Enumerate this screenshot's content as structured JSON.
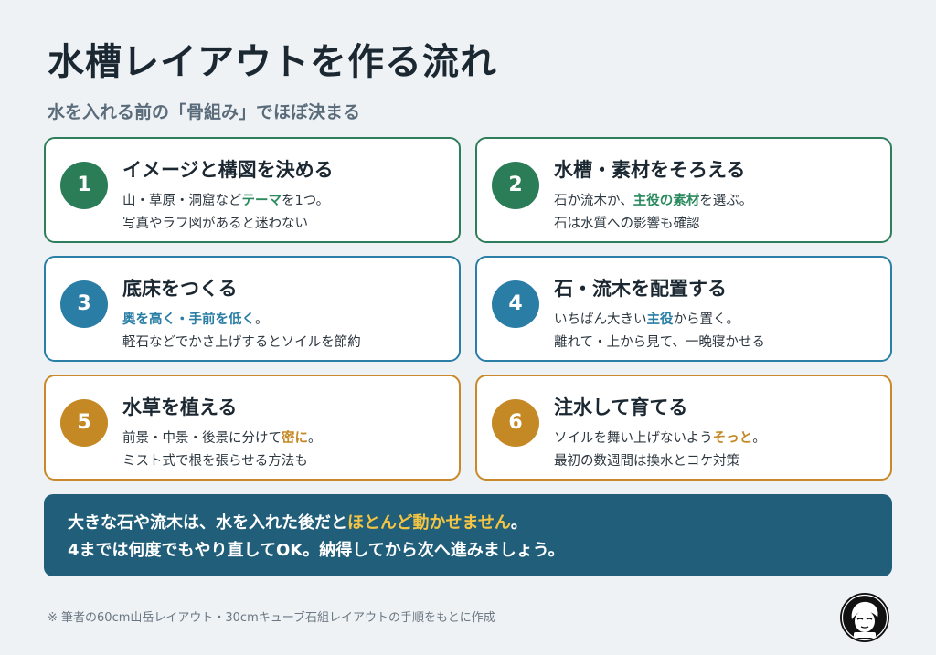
{
  "header": {
    "title": "水槽レイアウトを作る流れ",
    "subtitle": "水を入れる前の「骨組み」でほぼ決まる"
  },
  "steps": [
    {
      "number": "1",
      "title": "イメージと構図を決める",
      "line1_pre": "山・草原・洞窟など",
      "line1_hl": "テーマ",
      "line1_post": "を1つ。",
      "line2": "写真やラフ図があると迷わない"
    },
    {
      "number": "2",
      "title": "水槽・素材をそろえる",
      "line1_pre": "石か流木か、",
      "line1_hl": "主役の素材",
      "line1_post": "を選ぶ。",
      "line2": "石は水質への影響も確認"
    },
    {
      "number": "3",
      "title": "底床をつくる",
      "line1_pre": "",
      "line1_hl": "奥を高く・手前を低く",
      "line1_post": "。",
      "line2": "軽石などでかさ上げするとソイルを節約"
    },
    {
      "number": "4",
      "title": "石・流木を配置する",
      "line1_pre": "いちばん大きい",
      "line1_hl": "主役",
      "line1_post": "から置く。",
      "line2": "離れて・上から見て、一晩寝かせる"
    },
    {
      "number": "5",
      "title": "水草を植える",
      "line1_pre": "前景・中景・後景に分けて",
      "line1_hl": "密に",
      "line1_post": "。",
      "line2": "ミスト式で根を張らせる方法も"
    },
    {
      "number": "6",
      "title": "注水して育てる",
      "line1_pre": "ソイルを舞い上げないよう",
      "line1_hl": "そっと",
      "line1_post": "。",
      "line2": "最初の数週間は換水とコケ対策"
    }
  ],
  "note": {
    "line1_pre": "大きな石や流木は、水を入れた後だと",
    "line1_hl": "ほとんど動かせません",
    "line1_post": "。",
    "line2": "4までは何度でもやり直してOK。納得してから次へ進みましょう。"
  },
  "footer": "※ 筆者の60cm山岳レイアウト・30cmキューブ石組レイアウトの手順をもとに作成",
  "colors": {
    "green": "#2b7d57",
    "blue": "#2a7ea6",
    "gold": "#c48925",
    "note_bg": "#215e7a",
    "note_highlight": "#f4c542"
  },
  "icons": {
    "logo": "character-face-logo"
  }
}
